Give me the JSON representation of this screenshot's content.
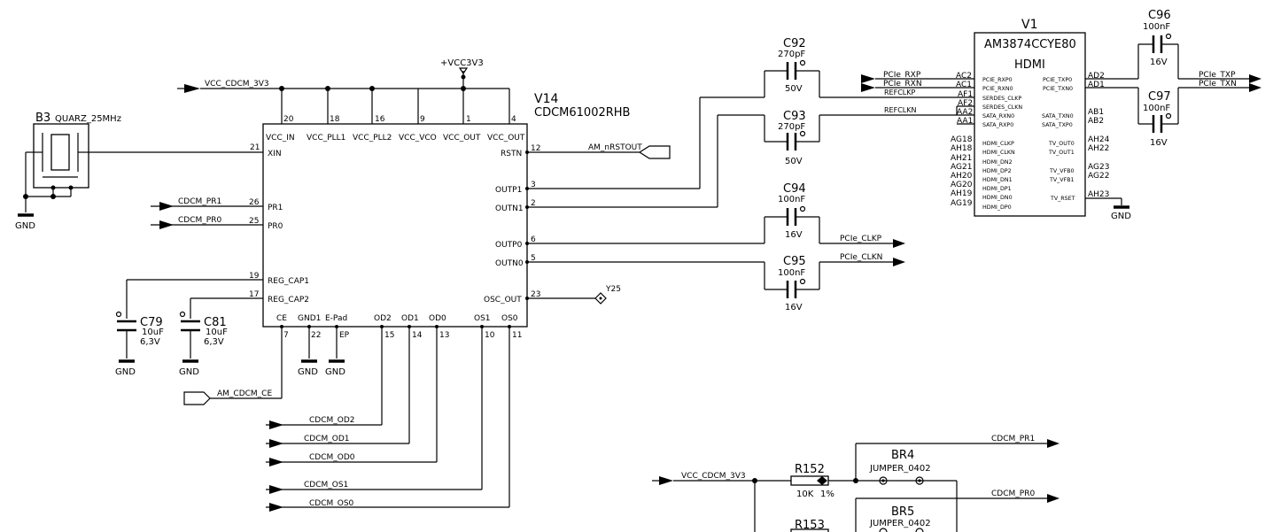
{
  "nets": {
    "vcc_cdcm_3v3": "VCC_CDCM_3V3",
    "vcc3v3": "+VCC3V3",
    "cdcm_pr1": "CDCM_PR1",
    "cdcm_pr0": "CDCM_PR0",
    "am_nrstout": "AM_nRSTOUT",
    "am_cdcm_ce": "AM_CDCM_CE",
    "cdcm_od2": "CDCM_OD2",
    "cdcm_od1": "CDCM_OD1",
    "cdcm_od0": "CDCM_OD0",
    "cdcm_os1": "CDCM_OS1",
    "cdcm_os0": "CDCM_OS0",
    "pcie_rxp": "PCIe_RXP",
    "pcie_rxn": "PCIe_RXN",
    "refclkp": "REFCLKP",
    "refclkn": "REFCLKN",
    "pcie_clkp": "PCIe_CLKP",
    "pcie_clkn": "PCIe_CLKN",
    "pcie_txp": "PCIe_TXP",
    "pcie_txn": "PCIe_TXN",
    "y25": "Y25",
    "gnd": "GND"
  },
  "b3": {
    "ref": "B3",
    "value": "QUARZ_25MHz"
  },
  "v14": {
    "ref": "V14",
    "value": "CDCM61002RHB",
    "top_pins": [
      {
        "name": "VCC_IN",
        "num": "20"
      },
      {
        "name": "VCC_PLL1",
        "num": "18"
      },
      {
        "name": "VCC_PLL2",
        "num": "16"
      },
      {
        "name": "VCC_VCO",
        "num": "9"
      },
      {
        "name": "VCC_OUT",
        "num": "1"
      },
      {
        "name": "VCC_OUT",
        "num": "4"
      }
    ],
    "left_pins": [
      {
        "name": "XIN",
        "num": "21"
      },
      {
        "name": "PR1",
        "num": "26"
      },
      {
        "name": "PR0",
        "num": "25"
      },
      {
        "name": "REG_CAP1",
        "num": "19"
      },
      {
        "name": "REG_CAP2",
        "num": "17"
      }
    ],
    "right_pins": [
      {
        "name": "RSTN",
        "num": "12"
      },
      {
        "name": "OUTP1",
        "num": "3"
      },
      {
        "name": "OUTN1",
        "num": "2"
      },
      {
        "name": "OUTP0",
        "num": "6"
      },
      {
        "name": "OUTN0",
        "num": "5"
      },
      {
        "name": "OSC_OUT",
        "num": "23"
      }
    ],
    "bottom_pins": [
      {
        "name": "CE",
        "num": "7"
      },
      {
        "name": "GND1",
        "num": "22"
      },
      {
        "name": "E-Pad",
        "num": "EP"
      },
      {
        "name": "OD2",
        "num": "15"
      },
      {
        "name": "OD1",
        "num": "14"
      },
      {
        "name": "OD0",
        "num": "13"
      },
      {
        "name": "OS1",
        "num": "10"
      },
      {
        "name": "OS0",
        "num": "11"
      }
    ]
  },
  "v1": {
    "ref": "V1",
    "value": "AM3874CCYE80",
    "sub": "HDMI",
    "left_pins": [
      {
        "ball": "AC2",
        "name": "PCIE_RXP0"
      },
      {
        "ball": "AC1",
        "name": "PCIE_RXN0"
      },
      {
        "ball": "AF1",
        "name": "SERDES_CLKP"
      },
      {
        "ball": "AF2",
        "name": "SERDES_CLKN"
      },
      {
        "ball": "AA2",
        "name": "SATA_RXN0"
      },
      {
        "ball": "AA1",
        "name": "SATA_RXP0"
      },
      {
        "ball": "AG18",
        "name": "HDMI_CLKP"
      },
      {
        "ball": "AH18",
        "name": "HDMI_CLKN"
      },
      {
        "ball": "AH21",
        "name": "HDMI_DN2"
      },
      {
        "ball": "AG21",
        "name": "HDMI_DP2"
      },
      {
        "ball": "AH20",
        "name": "HDMI_DN1"
      },
      {
        "ball": "AG20",
        "name": "HDMI_DP1"
      },
      {
        "ball": "AH19",
        "name": "HDMI_DN0"
      },
      {
        "ball": "AG19",
        "name": "HDMI_DP0"
      }
    ],
    "right_pins": [
      {
        "ball": "AD2",
        "name": "PCIE_TXP0"
      },
      {
        "ball": "AD1",
        "name": "PCIE_TXN0"
      },
      {
        "ball": "AB1",
        "name": "SATA_TXN0"
      },
      {
        "ball": "AB2",
        "name": "SATA_TXP0"
      },
      {
        "ball": "AH24",
        "name": "TV_OUT0"
      },
      {
        "ball": "AH22",
        "name": "TV_OUT1"
      },
      {
        "ball": "AG23",
        "name": "TV_VFB0"
      },
      {
        "ball": "AG22",
        "name": "TV_VFB1"
      },
      {
        "ball": "AH23",
        "name": "TV_RSET"
      }
    ]
  },
  "caps": {
    "c92": {
      "ref": "C92",
      "value": "270pF",
      "voltage": "50V"
    },
    "c93": {
      "ref": "C93",
      "value": "270pF",
      "voltage": "50V"
    },
    "c94": {
      "ref": "C94",
      "value": "100nF",
      "voltage": "16V"
    },
    "c95": {
      "ref": "C95",
      "value": "100nF",
      "voltage": "16V"
    },
    "c96": {
      "ref": "C96",
      "value": "100nF",
      "voltage": "16V"
    },
    "c97": {
      "ref": "C97",
      "value": "100nF",
      "voltage": "16V"
    },
    "c79": {
      "ref": "C79",
      "value": "10uF",
      "voltage": "6,3V"
    },
    "c81": {
      "ref": "C81",
      "value": "10uF",
      "voltage": "6,3V"
    }
  },
  "r152": {
    "ref": "R152",
    "value": "10K",
    "tol": "1%"
  },
  "r153": {
    "ref": "R153"
  },
  "br4": {
    "ref": "BR4",
    "value": "JUMPER_0402"
  },
  "br5": {
    "ref": "BR5",
    "value": "JUMPER_0402"
  }
}
